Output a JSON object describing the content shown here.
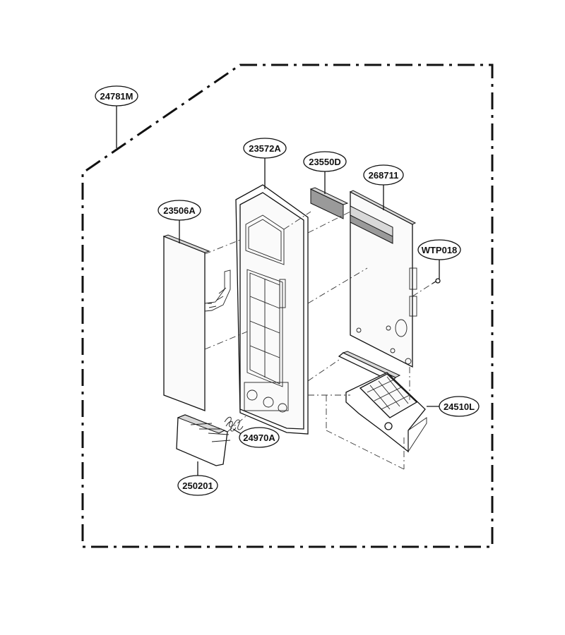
{
  "diagram": {
    "type": "exploded-parts-view",
    "callouts": [
      {
        "id": "frame",
        "label": "24781M"
      },
      {
        "id": "front-housing",
        "label": "23572A"
      },
      {
        "id": "display-window",
        "label": "23550D"
      },
      {
        "id": "pcb",
        "label": "268711"
      },
      {
        "id": "membrane-switch",
        "label": "23506A"
      },
      {
        "id": "screw",
        "label": "WTP018"
      },
      {
        "id": "latch-lever",
        "label": "24510L"
      },
      {
        "id": "spring",
        "label": "24970A"
      },
      {
        "id": "push-button",
        "label": "250201"
      }
    ]
  }
}
